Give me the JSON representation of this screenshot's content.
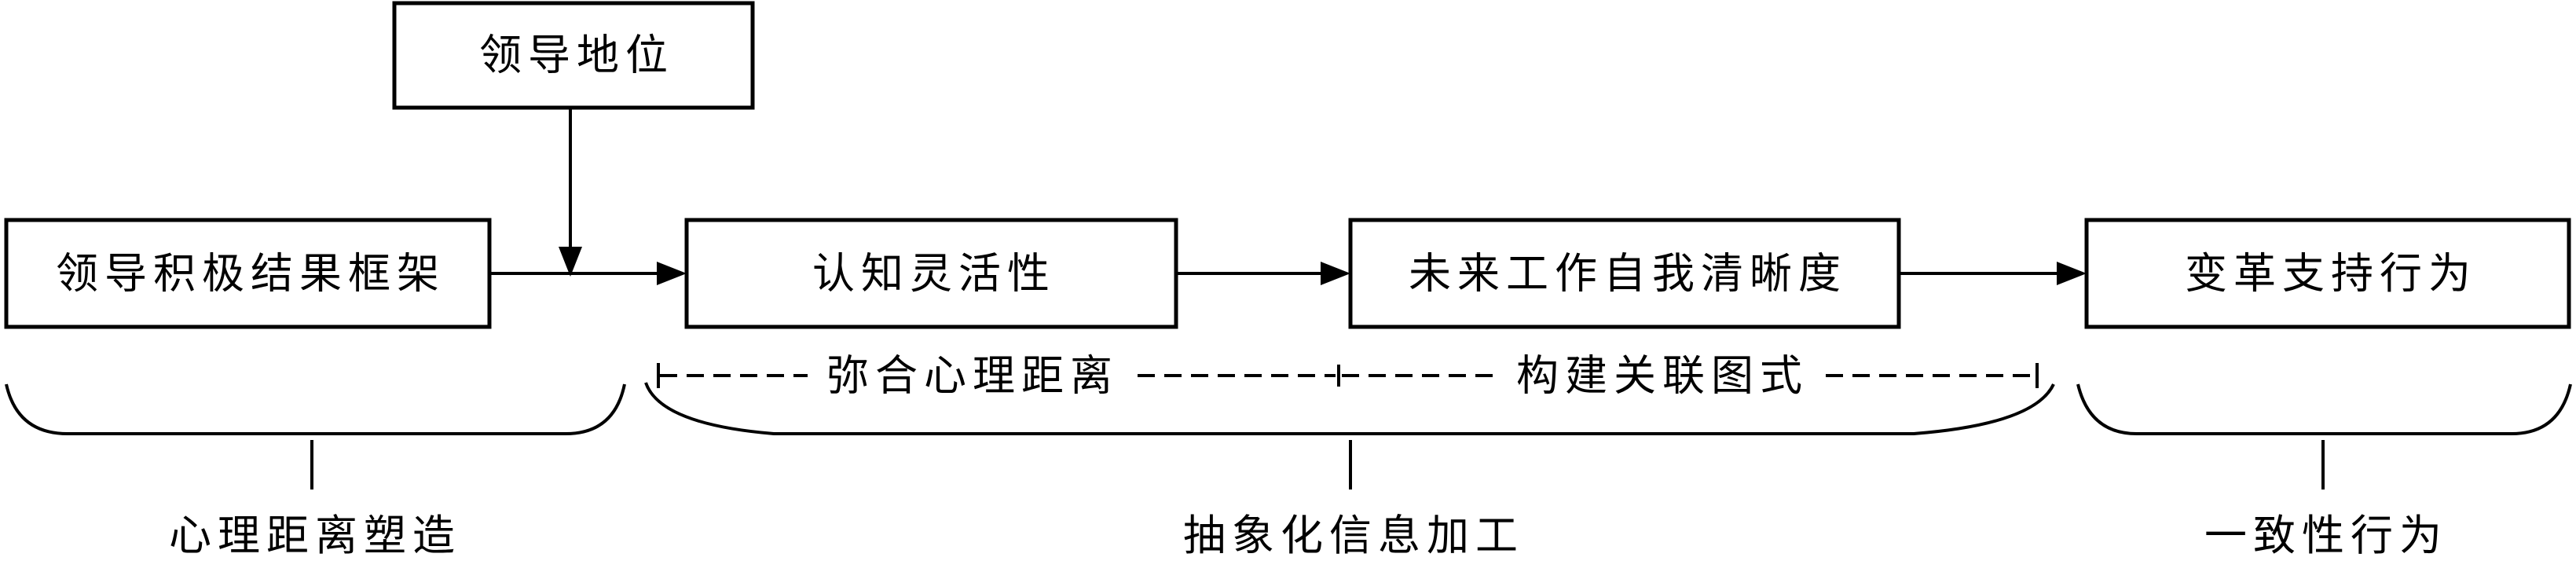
{
  "nodes": {
    "leadership_status": "领导地位",
    "positive_framing": "领导积极结果框架",
    "cognitive_flexibility": "认知灵活性",
    "future_work_self_clarity": "未来工作自我清晰度",
    "change_support": "变革支持行为"
  },
  "paths": {
    "bridge_distance": "弥合心理距离",
    "build_schema": "构建关联图式"
  },
  "groups": {
    "distance_shaping": "心理距离塑造",
    "abstract_processing": "抽象化信息加工",
    "consistent_behavior": "一致性行为"
  },
  "colors": {
    "stroke": "#000000",
    "background": "#ffffff"
  }
}
